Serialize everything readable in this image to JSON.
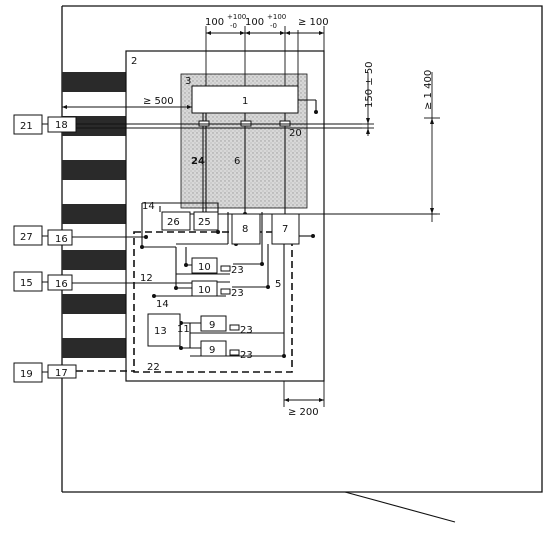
{
  "labels": {
    "n1": "1",
    "n2": "2",
    "n3": "3",
    "n5": "5",
    "n6": "6",
    "n7": "7",
    "n8": "8",
    "n9a": "9",
    "n9b": "9",
    "n10a": "10",
    "n10b": "10",
    "n11": "11",
    "n12": "12",
    "n13": "13",
    "n14a": "14",
    "n14b": "14",
    "n15": "15",
    "n16a": "16",
    "n16b": "16",
    "n17": "17",
    "n18": "18",
    "n19": "19",
    "n20": "20",
    "n21": "21",
    "n22": "22",
    "n23a": "23",
    "n23b": "23",
    "n23c": "23",
    "n23d": "23",
    "n24": "24",
    "n25": "25",
    "n26": "26",
    "n27": "27"
  },
  "dimensions": {
    "d100a": "100",
    "d100a_tol_up": "+100",
    "d100a_tol_dn": "-0",
    "d100b": "100",
    "d100b_tol_up": "+100",
    "d100b_tol_dn": "-0",
    "d100c": "≥ 100",
    "d500": "≥ 500",
    "d150": "150 ± 50",
    "d1400": "≥ 1 400",
    "d200": "≥ 200"
  }
}
